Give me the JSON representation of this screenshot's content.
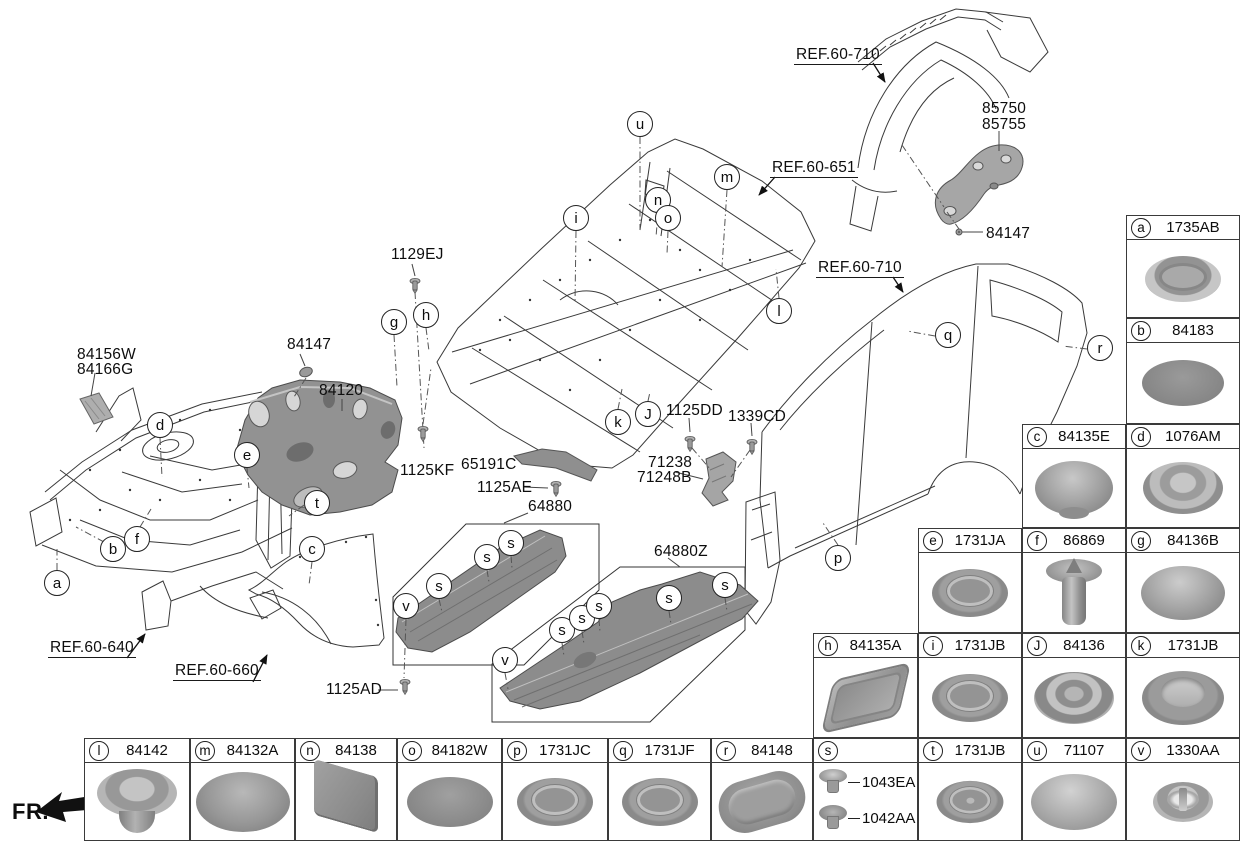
{
  "diagram": {
    "fr": "FR.",
    "labels": {
      "ref_60_710_top": "REF.60-710",
      "p85750": "85750",
      "p85755": "85755",
      "p84147_top": "84147",
      "ref_60_651": "REF.60-651",
      "p1129ej": "1129EJ",
      "p84156w": "84156W",
      "p84166g": "84166G",
      "p84147_left": "84147",
      "p84120": "84120",
      "ref_60_710_right": "REF.60-710",
      "p1125dd": "1125DD",
      "p1339cd": "1339CD",
      "p71238": "71238",
      "p71248b": "71248B",
      "p65191c": "65191C",
      "p1125ae": "1125AE",
      "p1125kf": "1125KF",
      "p64880": "64880",
      "p64880z": "64880Z",
      "ref_60_640": "REF.60-640",
      "ref_60_660": "REF.60-660",
      "p1125ad": "1125AD"
    },
    "callouts": [
      "a",
      "b",
      "c",
      "d",
      "e",
      "f",
      "g",
      "h",
      "i",
      "J",
      "k",
      "l",
      "m",
      "n",
      "o",
      "p",
      "q",
      "r",
      "t",
      "u",
      "v",
      "v",
      "s",
      "s",
      "s",
      "s",
      "s",
      "s",
      "s",
      "s"
    ]
  },
  "legend": {
    "a": {
      "letter": "a",
      "part": "1735AB"
    },
    "b": {
      "letter": "b",
      "part": "84183"
    },
    "c": {
      "letter": "c",
      "part": "84135E"
    },
    "d": {
      "letter": "d",
      "part": "1076AM"
    },
    "e": {
      "letter": "e",
      "part": "1731JA"
    },
    "f": {
      "letter": "f",
      "part": "86869"
    },
    "g": {
      "letter": "g",
      "part": "84136B"
    },
    "h": {
      "letter": "h",
      "part": "84135A"
    },
    "i": {
      "letter": "i",
      "part": "1731JB"
    },
    "j": {
      "letter": "J",
      "part": "84136"
    },
    "k": {
      "letter": "k",
      "part": "1731JB"
    },
    "l": {
      "letter": "l",
      "part": "84142"
    },
    "m": {
      "letter": "m",
      "part": "84132A"
    },
    "n": {
      "letter": "n",
      "part": "84138"
    },
    "o": {
      "letter": "o",
      "part": "84182W"
    },
    "p": {
      "letter": "p",
      "part": "1731JC"
    },
    "q": {
      "letter": "q",
      "part": "1731JF"
    },
    "r": {
      "letter": "r",
      "part": "84148"
    },
    "s": {
      "letter": "s",
      "parts": [
        "1043EA",
        "1042AA"
      ]
    },
    "t": {
      "letter": "t",
      "part": "1731JB"
    },
    "u": {
      "letter": "u",
      "part": "71107"
    },
    "v": {
      "letter": "v",
      "part": "1330AA"
    }
  }
}
